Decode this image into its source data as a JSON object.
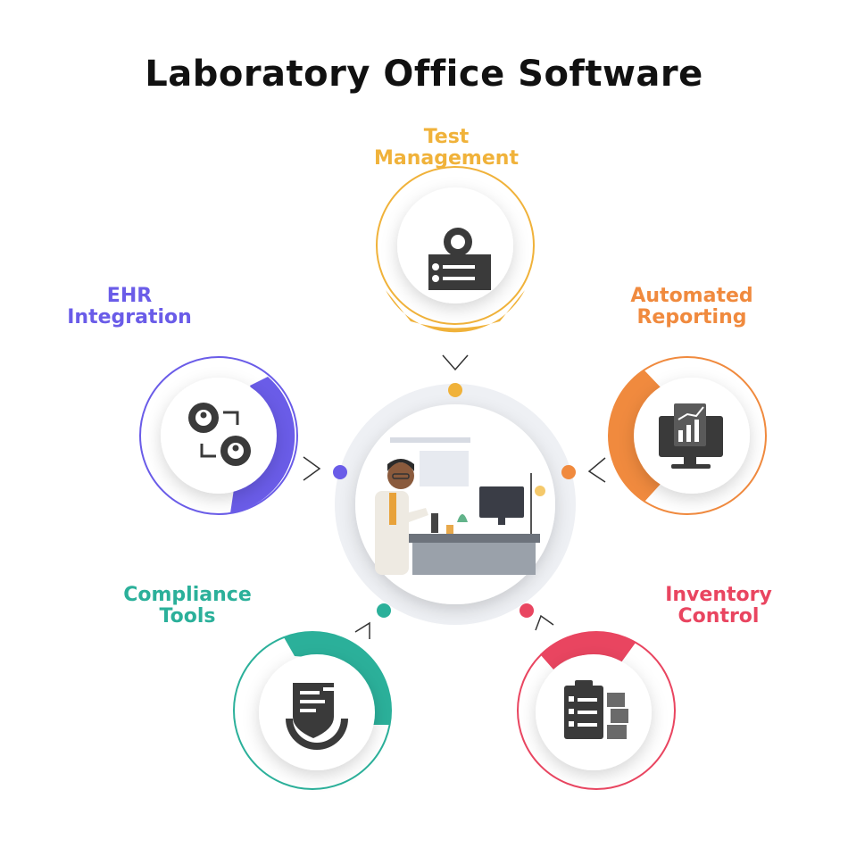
{
  "title": "Laboratory Office Software",
  "colors": {
    "test": "#f0b23a",
    "reporting": "#f08a3e",
    "inventory": "#e94560",
    "compliance": "#2bb09a",
    "ehr": "#6a5ce8",
    "icon": "#3a3a3a"
  },
  "nodes": [
    {
      "key": "test",
      "line1": "Test",
      "line2": "Management",
      "icon": "gear-document-checklist-icon"
    },
    {
      "key": "reporting",
      "line1": "Automated",
      "line2": "Reporting",
      "icon": "monitor-report-chart-icon"
    },
    {
      "key": "inventory",
      "line1": "Inventory",
      "line2": "Control",
      "icon": "clipboard-boxes-icon"
    },
    {
      "key": "compliance",
      "line1": "Compliance",
      "line2": "Tools",
      "icon": "shield-gear-document-icon"
    },
    {
      "key": "ehr",
      "line1": "EHR",
      "line2": "Integration",
      "icon": "gears-user-sync-icon"
    }
  ],
  "center": {
    "icon": "scientist-with-microscope-illustration"
  }
}
